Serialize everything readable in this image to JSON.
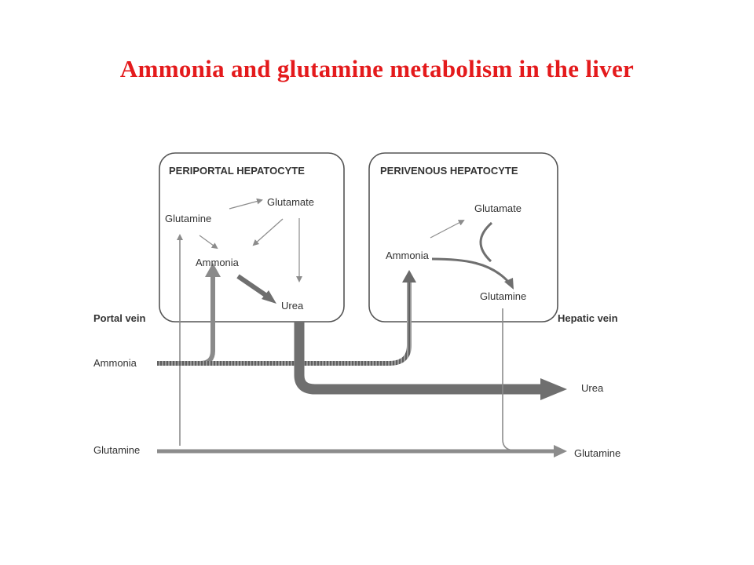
{
  "title": "Ammonia and glutamine metabolism in the liver",
  "colors": {
    "title": "#e41a1c",
    "flow": "#6f6f6f",
    "thin": "#8c8c8c",
    "box": "#555555"
  },
  "periportal": {
    "header": "PERIPORTAL HEPATOCYTE",
    "glutamine": "Glutamine",
    "glutamate": "Glutamate",
    "ammonia": "Ammonia",
    "urea": "Urea"
  },
  "perivenous": {
    "header": "PERIVENOUS HEPATOCYTE",
    "glutamate": "Glutamate",
    "ammonia": "Ammonia",
    "glutamine": "Glutamine"
  },
  "portal_vein": {
    "label": "Portal vein",
    "ammonia": "Ammonia",
    "glutamine": "Glutamine"
  },
  "hepatic_vein": {
    "label": "Hepatic vein",
    "urea": "Urea",
    "glutamine": "Glutamine"
  }
}
